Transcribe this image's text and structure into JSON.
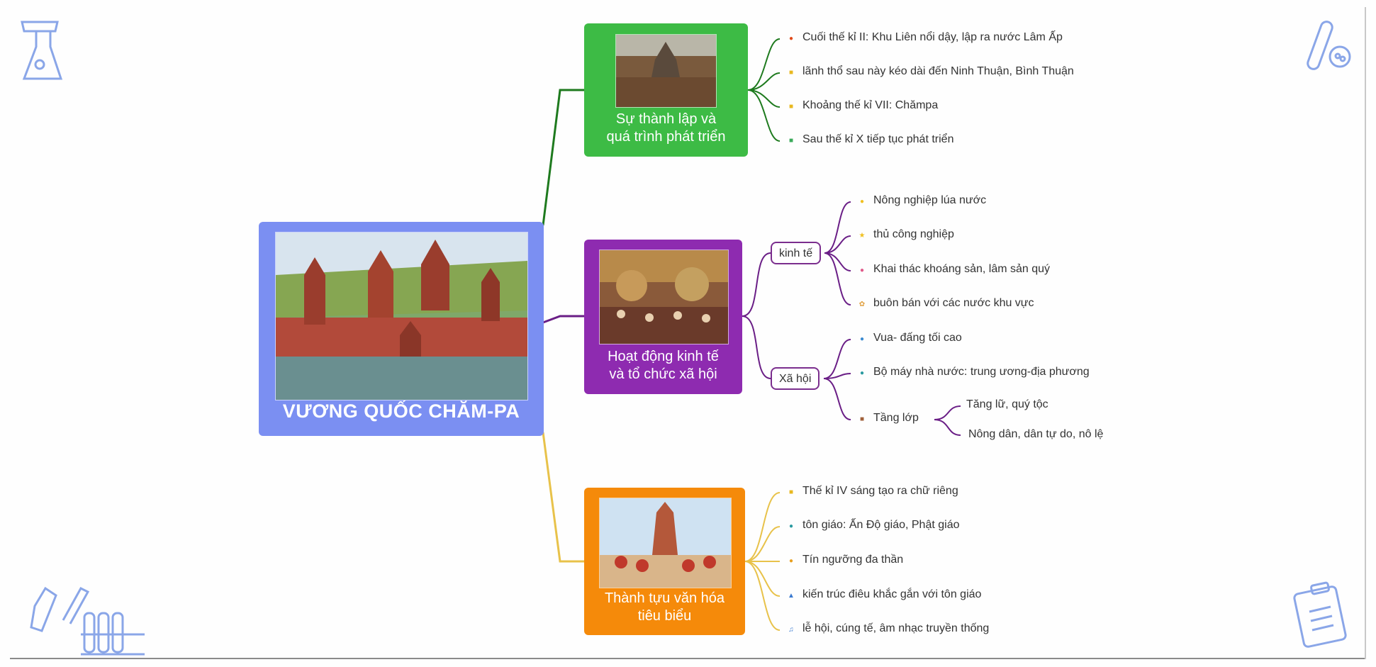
{
  "central": {
    "title": "VƯƠNG QUỐC CHĂM-PA"
  },
  "branches": [
    {
      "title": "Sự thành lập và\nquá trình phát triển",
      "color": "#3dbb45",
      "line_color": "#1e7a1e",
      "items": [
        {
          "text": "Cuối thế kỉ II: Khu Liên nổi dậy, lập ra nước Lâm Ấp",
          "icon": "fire-icon"
        },
        {
          "text": "lãnh thổ sau này kéo dài đến Ninh Thuận, Bình Thuận",
          "icon": "folder-icon"
        },
        {
          "text": "Khoảng thế kỉ VII: Chămpa",
          "icon": "folder-icon"
        },
        {
          "text": "Sau thế kỉ X tiếp tục phát triển",
          "icon": "page-icon"
        }
      ]
    },
    {
      "title": "Hoạt động kinh tế\nvà tổ chức xã hội",
      "color": "#8e2bb0",
      "line_color": "#6a1e86",
      "groups": [
        {
          "label": "kinh tế",
          "items": [
            {
              "text": "Nông nghiệp lúa nước",
              "icon": "bulb-icon"
            },
            {
              "text": "thủ công nghiệp",
              "icon": "star-icon"
            },
            {
              "text": "Khai thác khoáng sản, lâm sản quý",
              "icon": "flower-icon"
            },
            {
              "text": "buôn bán với các nước khu vực",
              "icon": "gear-icon"
            }
          ]
        },
        {
          "label": "Xã hội",
          "items": [
            {
              "text": "Vua- đấng tối cao",
              "icon": "person-icon"
            },
            {
              "text": "Bộ máy nhà nước: trung ương-địa phương",
              "icon": "person-icon"
            },
            {
              "text": "Tầng lớp",
              "icon": "book-icon",
              "children": [
                {
                  "text": "Tăng lữ, quý tộc"
                },
                {
                  "text": "Nông dân, dân tự do, nô lệ"
                }
              ]
            }
          ]
        }
      ]
    },
    {
      "title": "Thành tựu văn hóa\ntiêu biểu",
      "color": "#f58a0a",
      "line_color": "#e8c24a",
      "items": [
        {
          "text": "Thế kỉ IV sáng tạo ra chữ riêng",
          "icon": "folder-icon"
        },
        {
          "text": "tôn giáo: Ấn Độ giáo, Phật giáo",
          "icon": "person-icon"
        },
        {
          "text": "Tín ngưỡng đa thần",
          "icon": "warning-icon"
        },
        {
          "text": "kiến trúc điêu khắc gắn với tôn giáo",
          "icon": "chart-icon"
        },
        {
          "text": "lễ hội, cúng tế, âm nhạc truyền thống",
          "icon": "music-icon"
        }
      ]
    }
  ],
  "central_color": "#7b8ff2"
}
